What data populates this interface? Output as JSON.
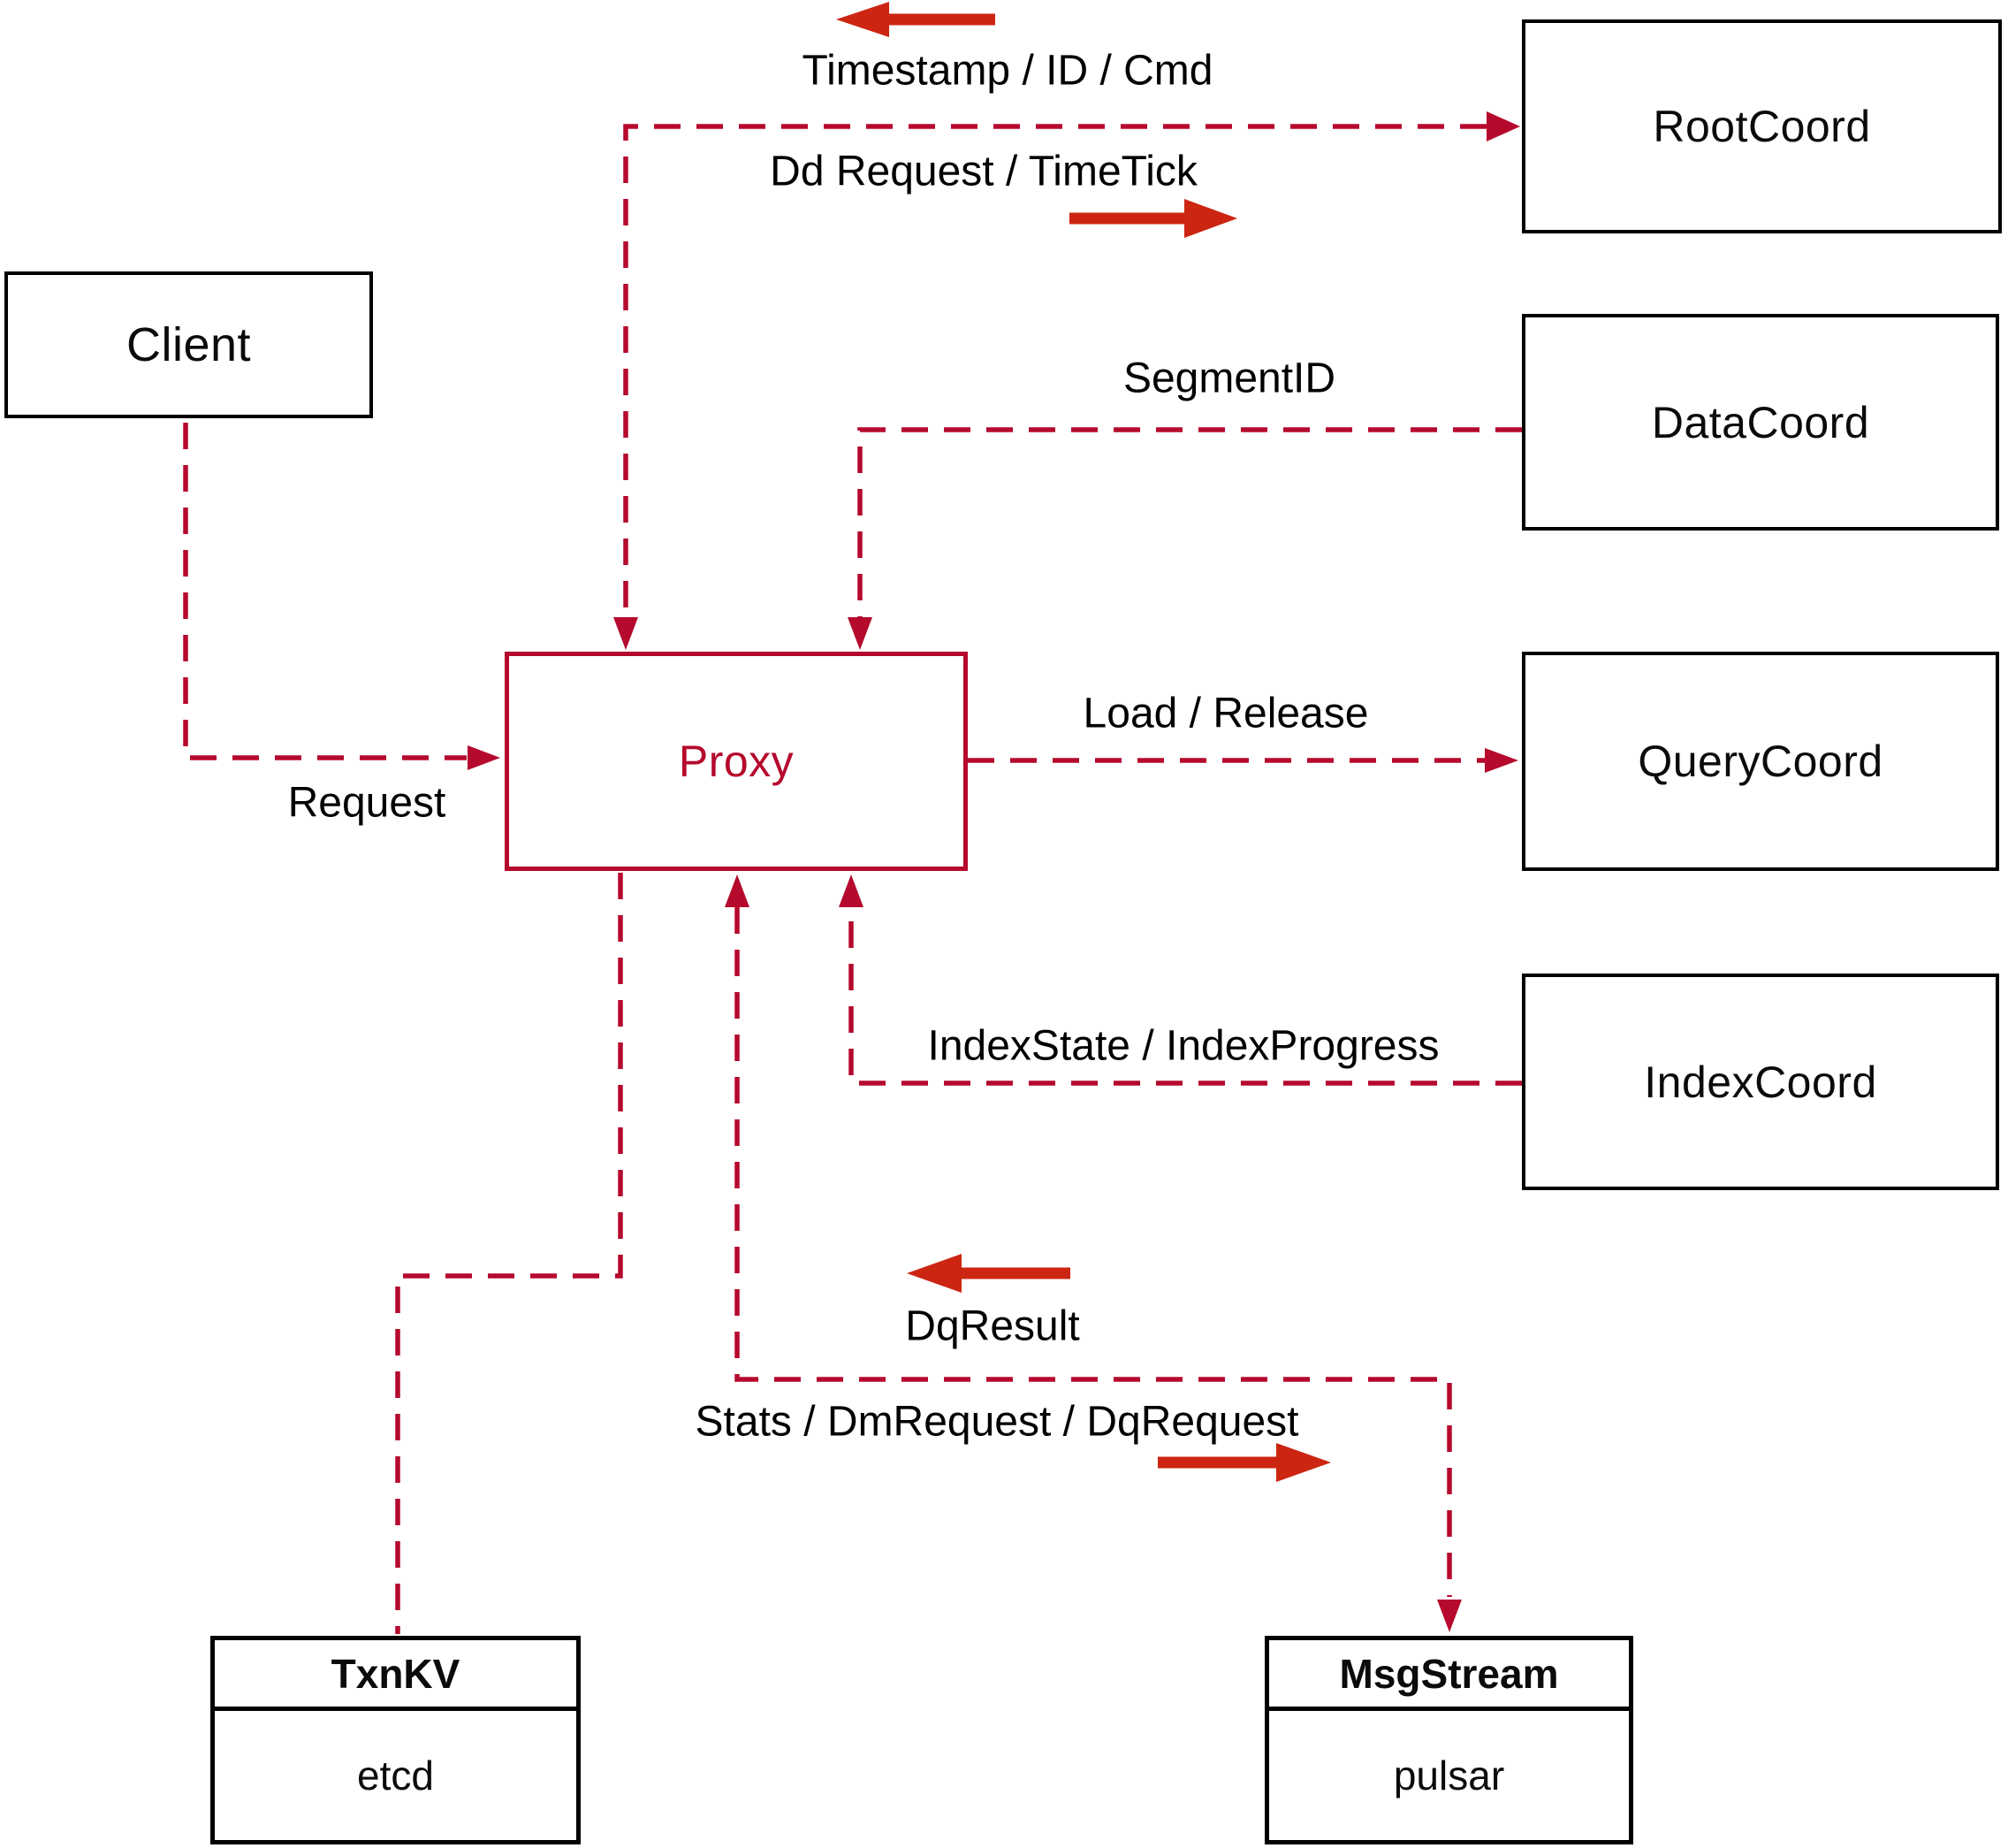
{
  "diagram": {
    "description": "Proxy-centric architecture diagram connecting Client, coordinators, TxnKV and MsgStream"
  },
  "nodes": {
    "client": {
      "label": "Client"
    },
    "proxy": {
      "label": "Proxy"
    },
    "root_coord": {
      "label": "RootCoord"
    },
    "data_coord": {
      "label": "DataCoord"
    },
    "query_coord": {
      "label": "QueryCoord"
    },
    "index_coord": {
      "label": "IndexCoord"
    },
    "txn_kv": {
      "title": "TxnKV",
      "subtitle": "etcd"
    },
    "msg_stream": {
      "title": "MsgStream",
      "subtitle": "pulsar"
    }
  },
  "labels": {
    "timestamp_id_cmd": "Timestamp / ID / Cmd",
    "dd_request_timetick": "Dd Request / TimeTick",
    "segment_id": "SegmentID",
    "load_release": "Load / Release",
    "index_state_progress": "IndexState / IndexProgress",
    "request": "Request",
    "dq_result": "DqResult",
    "stats_dm_dq": "Stats / DmRequest / DqRequest"
  },
  "edges": [
    {
      "from": "Proxy",
      "to": "RootCoord",
      "style": "dashed",
      "arrows": "both",
      "label_to_target": "Dd Request / TimeTick",
      "label_to_source": "Timestamp / ID / Cmd"
    },
    {
      "from": "DataCoord",
      "to": "Proxy",
      "style": "dashed",
      "arrows": "to",
      "label": "SegmentID"
    },
    {
      "from": "Client",
      "to": "Proxy",
      "style": "dashed",
      "arrows": "to",
      "label": "Request"
    },
    {
      "from": "Proxy",
      "to": "QueryCoord",
      "style": "dashed",
      "arrows": "to",
      "label": "Load / Release"
    },
    {
      "from": "IndexCoord",
      "to": "Proxy",
      "style": "dashed",
      "arrows": "to",
      "label": "IndexState / IndexProgress"
    },
    {
      "from": "Proxy",
      "to": "TxnKV",
      "style": "dashed",
      "arrows": "none"
    },
    {
      "from": "Proxy",
      "to": "MsgStream",
      "style": "dashed",
      "arrows": "both",
      "label_to_target": "Stats / DmRequest / DqRequest",
      "label_to_source": "DqResult"
    }
  ],
  "colors": {
    "dashed_line": "#b5092d",
    "proxy_accent": "#b5092d",
    "solid_arrow": "#cc2512",
    "box_border": "#000000",
    "text": "#000000",
    "background": "#ffffff"
  }
}
